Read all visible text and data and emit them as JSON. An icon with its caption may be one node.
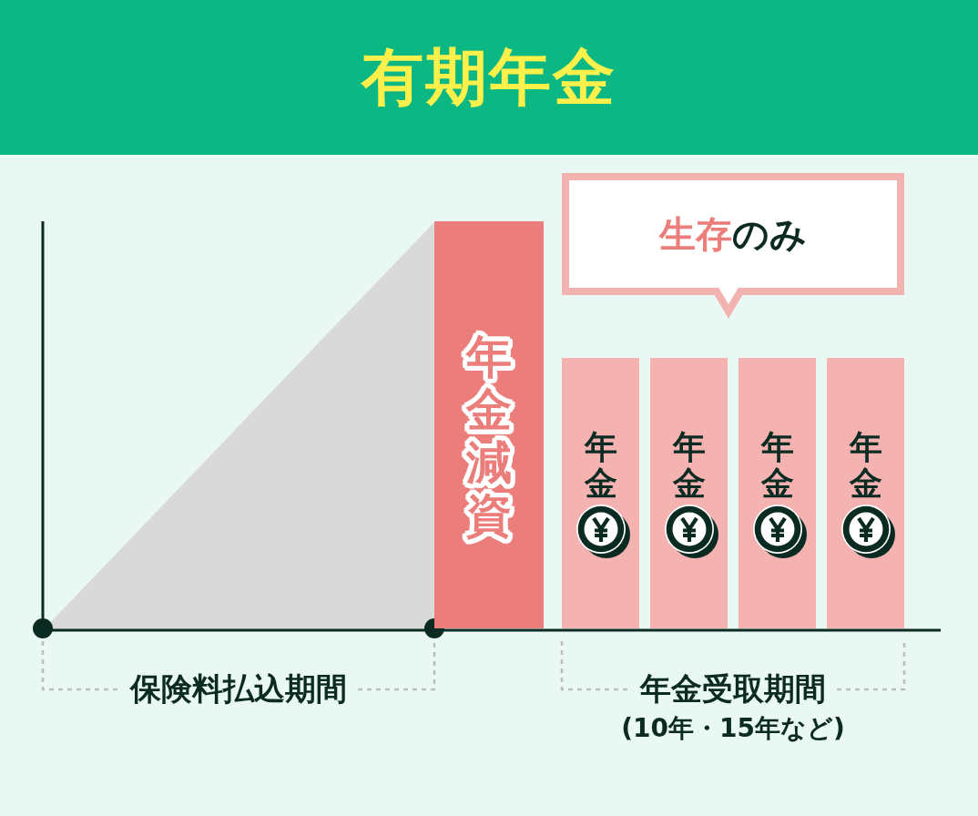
{
  "diagram": {
    "title": "有期年金",
    "nodes": [
      {
        "text": [
          "**生存**のみ"
        ]
      },
      {
        "text": [
          "年金減資"
        ]
      },
      {
        "text": [
          "年金"
        ]
      },
      {
        "text": [
          "年金"
        ]
      },
      {
        "text": [
          "年金"
        ]
      },
      {
        "text": [
          "年金"
        ]
      }
    ],
    "labels": [
      "保険料払込期間",
      "年金受取期間",
      "(10年・15年など)"
    ]
  }
}
